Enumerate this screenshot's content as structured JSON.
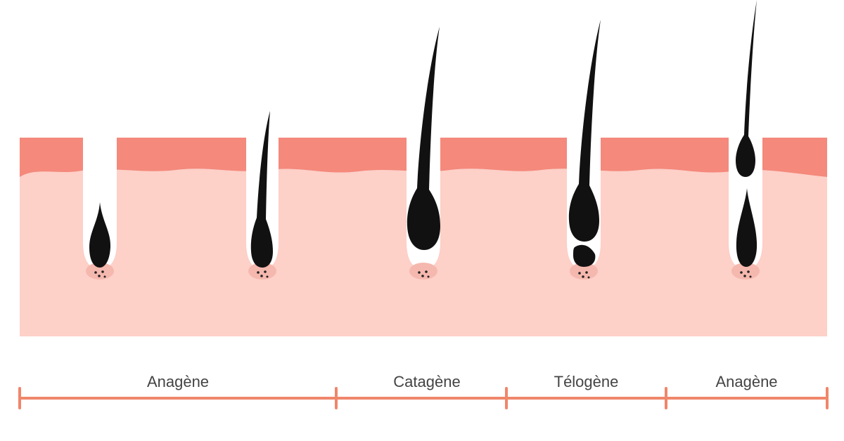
{
  "phases": [
    {
      "id": "anagen-1",
      "label": "Anagène"
    },
    {
      "id": "catagen",
      "label": "Catagène"
    },
    {
      "id": "telogen",
      "label": "Télogène"
    },
    {
      "id": "anagen-2",
      "label": "Anagène"
    }
  ],
  "colors": {
    "epidermis": "#f4897c",
    "dermis": "#fdd0c8",
    "hair": "#111111",
    "follicle": "#ffffff",
    "papilla": "#f5b8ae",
    "timeline": "#f0866a",
    "label_text": "#444444"
  }
}
